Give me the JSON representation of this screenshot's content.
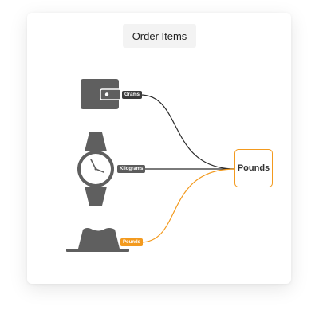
{
  "header": {
    "title": "Order Items"
  },
  "sources": [
    {
      "label": "Grams",
      "icon": "wallet-icon",
      "tag_color": "#3c3c3c"
    },
    {
      "label": "Kilograms",
      "icon": "wristwatch-icon",
      "tag_color": "#5c5c5c"
    },
    {
      "label": "Pounds",
      "icon": "hat-icon",
      "tag_color": "#f39a1e"
    }
  ],
  "target": {
    "label": "Pounds",
    "border_color": "#f39a1e"
  },
  "colors": {
    "icon_grey": "#5f5f5f",
    "connector_dark": "#2a2a2a",
    "connector_orange": "#f39a1e"
  }
}
